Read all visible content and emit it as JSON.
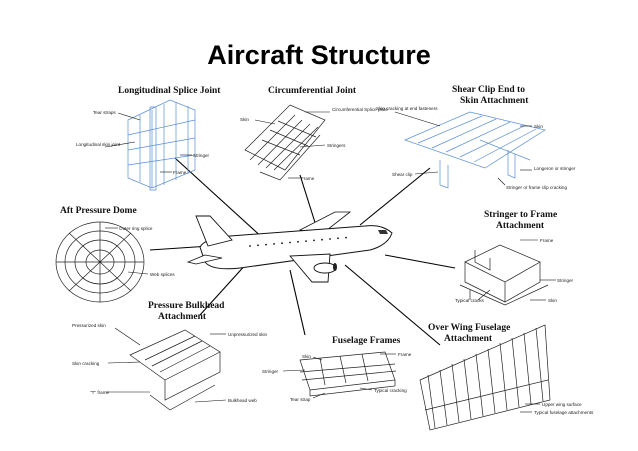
{
  "title": "Aircraft Structure",
  "panels": {
    "longitudinal": {
      "title": "Longitudinal Splice Joint",
      "labels": [
        "Tear straps",
        "Longitudinal skin joint",
        "Stringer",
        "Frame"
      ]
    },
    "circumferential": {
      "title": "Circumferential Joint",
      "labels": [
        "Skin",
        "Circumferential Splice plate",
        "Stringers",
        "Frame"
      ]
    },
    "shear_clip": {
      "title_line1": "Shear Clip End to",
      "title_line2": "Skin Attachment",
      "labels": [
        "Skin cracking at end fasteners",
        "Skin",
        "Shear clip",
        "Longeron or stringer",
        "Stringer or frame clip cracking"
      ]
    },
    "aft_dome": {
      "title": "Aft Pressure Dome",
      "labels": [
        "Outer ring splice",
        "Web splices"
      ]
    },
    "stringer_frame": {
      "title_line1": "Stringer to Frame",
      "title_line2": "Attachment",
      "labels": [
        "Frame",
        "Stringer",
        "Typical cracks",
        "Skin"
      ]
    },
    "bulkhead": {
      "title_line1": "Pressure Bulkhead",
      "title_line2": "Attachment",
      "labels": [
        "Pressurized skin",
        "Unpressurized skin",
        "Skin cracking",
        "\"T\" frame",
        "Bulkhead web"
      ]
    },
    "fuselage_frames": {
      "title": "Fuselage Frames",
      "labels": [
        "Skin",
        "Frame",
        "Stringer",
        "Tear strap",
        "Typical cracking"
      ]
    },
    "over_wing": {
      "title_line1": "Over Wing Fuselage",
      "title_line2": "Attachment",
      "labels": [
        "Upper wing surface",
        "Typical fuselage attachments"
      ]
    }
  },
  "colors": {
    "title": "#000000",
    "leaders": "#000000",
    "blue_drawings": "#5a8fd6",
    "aircraft_fill": "#ffffff"
  }
}
